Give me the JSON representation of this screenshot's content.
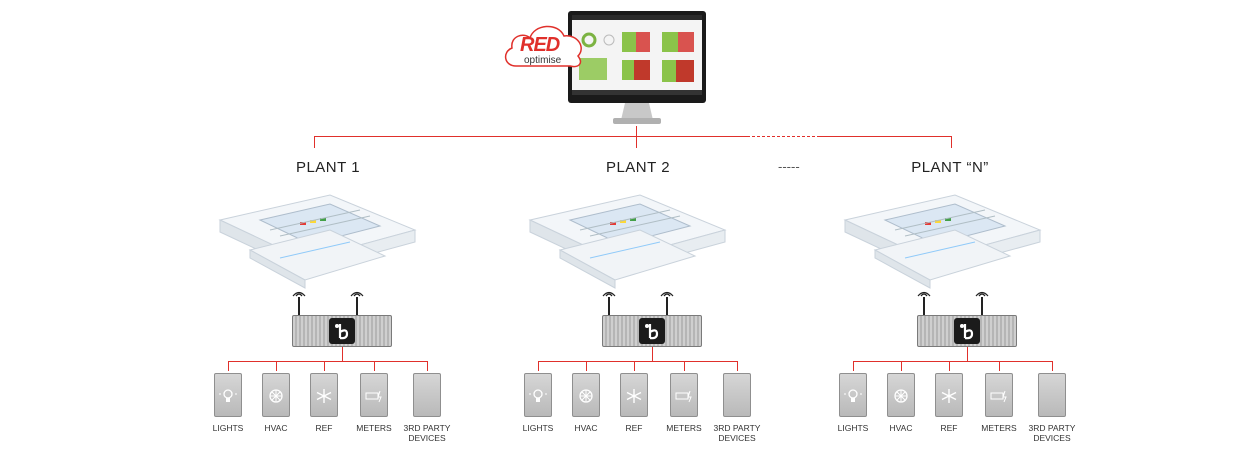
{
  "brand": {
    "name": "RED",
    "sub": "optimise",
    "red": "#e0302b"
  },
  "plants": [
    {
      "label": "PLANT 1"
    },
    {
      "label": "PLANT 2"
    },
    {
      "label": "PLANT “N”"
    }
  ],
  "ellipsis": "-----",
  "devices": [
    {
      "label": "LIGHTS",
      "icon": "lightbulb-icon"
    },
    {
      "label": "HVAC",
      "icon": "fan-icon"
    },
    {
      "label": "REF",
      "icon": "snowflake-icon"
    },
    {
      "label": "METERS",
      "icon": "meter-icon"
    },
    {
      "label": "3RD PARTY DEVICES",
      "icon": "blank-device-icon"
    }
  ],
  "device_labels": {
    "lights": "LIGHTS",
    "hvac": "HVAC",
    "ref": "REF",
    "meters": "METERS",
    "third_1": "3RD PARTY",
    "third_2": "DEVICES"
  }
}
